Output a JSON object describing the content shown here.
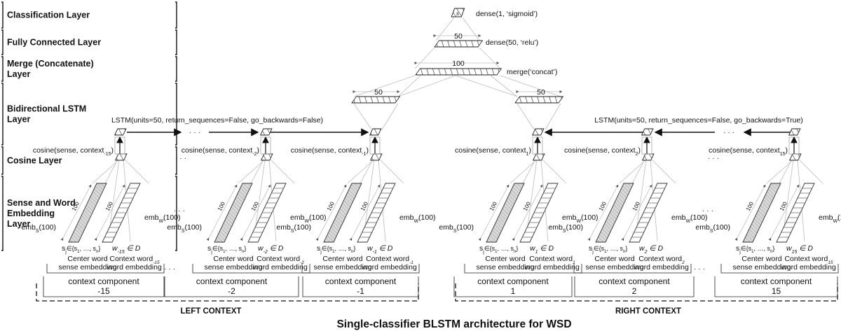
{
  "layers": [
    {
      "key": "classification",
      "lines": [
        "Classification Layer"
      ]
    },
    {
      "key": "fully_connected",
      "lines": [
        "Fully Connected Layer"
      ]
    },
    {
      "key": "merge",
      "lines": [
        "Merge (Concatenate)",
        "Layer"
      ]
    },
    {
      "key": "blstm",
      "lines": [
        "Bidirectional LSTM",
        "Layer"
      ]
    },
    {
      "key": "cosine",
      "lines": [
        "Cosine Layer"
      ]
    },
    {
      "key": "embedding",
      "lines": [
        "Sense and Word",
        "Embedding",
        "Layer"
      ]
    }
  ],
  "top": {
    "sigmoid_node": "s",
    "dense1": "dense(1, ‘sigmoid’)",
    "dense50_dim": "50",
    "dense50": "dense(50, ‘relu’)",
    "merge_dim": "100",
    "merge": "merge(‘concat’)",
    "lstm_left_dim": "50",
    "lstm_right_dim": "50"
  },
  "lstm_left": "LSTM(units=50, return_sequences=False, go_backwards=False)",
  "lstm_right": "LSTM(units=50, return_sequences=False, go_backwards=True)",
  "ellipsis": "· · ·",
  "components": [
    {
      "cos_base": "cosine(sense, context",
      "cos_sub": "-15",
      "emb_s": "emb",
      "emb_w": "emb",
      "sense_set": "s",
      "word": "w",
      "word_sub": "-15",
      "center1": "Center word",
      "center2": "sense embedding",
      "ctx1": "Context word",
      "ctx1_sub": "-15",
      "ctx2": "word embedding",
      "label1": "context component",
      "label2": "-15",
      "dim": "100"
    },
    {
      "cos_base": "cosine(sense, context",
      "cos_sub": "-2",
      "emb_s": "emb",
      "emb_w": "emb",
      "sense_set": "s",
      "word": "w",
      "word_sub": "-2",
      "center1": "Center word",
      "center2": "sense embedding",
      "ctx1": "Context word",
      "ctx1_sub": "-2",
      "ctx2": "word embedding",
      "label1": "context component",
      "label2": "-2",
      "dim": "100"
    },
    {
      "cos_base": "cosine(sense, context",
      "cos_sub": "-1",
      "emb_s": "emb",
      "emb_w": "emb",
      "sense_set": "s",
      "word": "w",
      "word_sub": "-1",
      "center1": "Center word",
      "center2": "sense embedding",
      "ctx1": "Context word",
      "ctx1_sub": "-1",
      "ctx2": "word embedding",
      "label1": "context component",
      "label2": "-1",
      "dim": "100"
    },
    {
      "cos_base": "cosine(sense, context",
      "cos_sub": "1",
      "emb_s": "emb",
      "emb_w": "emb",
      "sense_set": "s",
      "word": "w",
      "word_sub": "1",
      "center1": "Center word",
      "center2": "sense embedding",
      "ctx1": "Context word",
      "ctx1_sub": "1",
      "ctx2": "word embedding",
      "label1": "context component",
      "label2": "1",
      "dim": "100"
    },
    {
      "cos_base": "cosine(sense, context",
      "cos_sub": "2",
      "emb_s": "emb",
      "emb_w": "emb",
      "sense_set": "s",
      "word": "w",
      "word_sub": "2",
      "center1": "Center word",
      "center2": "sense embedding",
      "ctx1": "Context word",
      "ctx1_sub": "2",
      "ctx2": "word embedding",
      "label1": "context component",
      "label2": "2",
      "dim": "100"
    },
    {
      "cos_base": "cosine(sense, context",
      "cos_sub": "15",
      "emb_s": "emb",
      "emb_w": "emb",
      "sense_set": "s",
      "word": "w",
      "word_sub": "15",
      "center1": "Center word",
      "center2": "sense embedding",
      "ctx1": "Context word",
      "ctx1_sub": "15",
      "ctx2": "word embedding",
      "label1": "context component",
      "label2": "15",
      "dim": "100"
    }
  ],
  "emb_s_sub": "S",
  "emb_w_sub": "W",
  "emb_dim_text": "(100)",
  "set_text": "∈{s",
  "set_end": ", …, s",
  "set_sub1": "1",
  "set_subn": "n",
  "set_close": "}",
  "set_item_sub": "j",
  "in_d": " ∈ D",
  "cos_close": ")",
  "left_context": "LEFT CONTEXT",
  "right_context": "RIGHT CONTEXT",
  "title": "Single-classifier BLSTM architecture for WSD"
}
